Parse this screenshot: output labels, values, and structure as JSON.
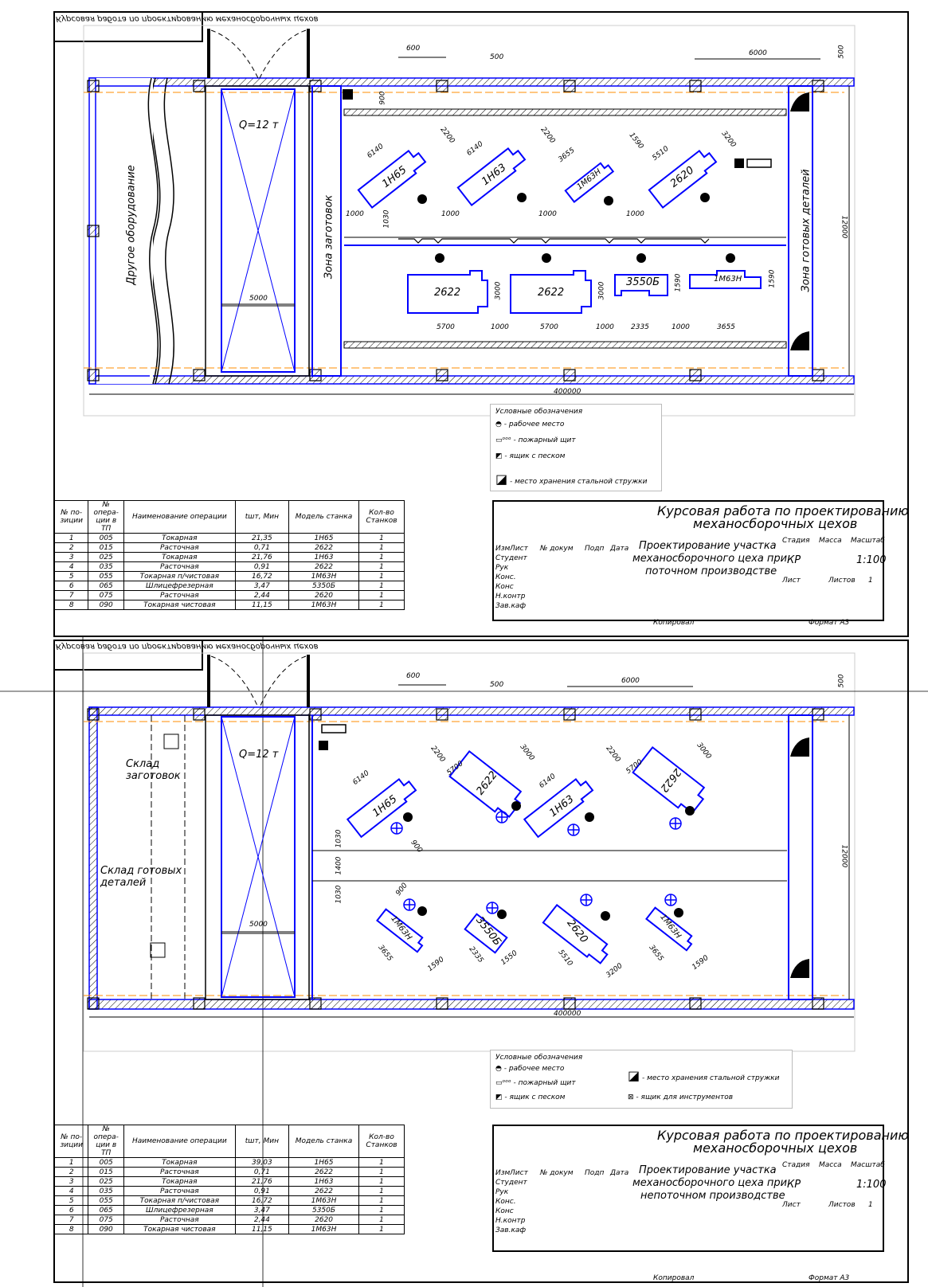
{
  "sheets": [
    {
      "title_mirror": "Курсовая работа по проектированию механосборочных цехов",
      "crane": "Q=12 т",
      "span_width": "5000",
      "total_length": "400000",
      "hall_width": "12000",
      "dim_top_600": "600",
      "dim_top_500": "500",
      "dim_top_6000": "6000",
      "dim_side_500": "500",
      "dim_900": "900",
      "zone_left": "Другое оборудование",
      "zone_blanks": "Зона заготовок",
      "zone_finished": "Зона готовых деталей",
      "machines_top": [
        {
          "model": "1Н65",
          "len": "6140",
          "w": "2200",
          "gap": "1000"
        },
        {
          "model": "1Н63",
          "len": "6140",
          "w": "2200",
          "gap": "1000"
        },
        {
          "model": "1М63Н",
          "len": "3655",
          "w": "1590",
          "gap": "1000"
        },
        {
          "model": "2620",
          "len": "5510",
          "w": "3200",
          "gap": "1000"
        }
      ],
      "aisle_1000": "1000",
      "aisle_1030": "1030",
      "machines_bottom": [
        {
          "model": "2622",
          "len": "5700",
          "w": "3000"
        },
        {
          "model": "2622",
          "len": "5700",
          "w": "3000"
        },
        {
          "model": "3550Б",
          "len": "2335",
          "w": "1590"
        },
        {
          "model": "1М63Н",
          "len": "3655",
          "w": "1590"
        }
      ],
      "bottom_gaps": [
        "1000",
        "1000",
        "1000"
      ],
      "legend": {
        "title": "Условные обозначения",
        "items": [
          "- рабочее место",
          "- пожарный щит",
          "- ящик с песком",
          "- место хранения стальной стружки"
        ]
      },
      "stamp": {
        "title1": "Курсовая работа по проектированию",
        "title2": "механосборочных цехов",
        "name1": "Проектирование участка",
        "name2": "механосборочного цеха при",
        "name3": "поточном производстве",
        "stage_h": "Стадия",
        "mass_h": "Масса",
        "scale_h": "Масштаб",
        "stage": "КР",
        "scale": "1:100",
        "sheet_h": "Лист",
        "sheets_h": "Листов",
        "sheets_n": "1",
        "cols": [
          "Изм",
          "Лист",
          "№ докум",
          "Подп",
          "Дата"
        ],
        "rows": [
          "Студент",
          "Рук",
          "Конс.",
          "Конс",
          "Н.контр",
          "Зав.каф"
        ],
        "copied": "Копировал",
        "format": "Формат    А3"
      }
    },
    {
      "title_mirror": "Курсовая работа по проектированию механосборочных цехов",
      "crane": "Q=12 т",
      "span_width": "5000",
      "total_length": "400000",
      "hall_width": "12000",
      "dim_top_600": "600",
      "dim_top_500": "500",
      "dim_top_6000": "6000",
      "dim_side_500": "500",
      "store_blanks": "Склад заготовок",
      "store_finished": "Склад готовых деталей",
      "aisle_1030a": "1030",
      "aisle_1400": "1400",
      "aisle_1030b": "1030",
      "dim_900a": "900",
      "dim_900b": "900",
      "machines_top": [
        {
          "model": "1Н65",
          "len": "6140",
          "w": "2200"
        },
        {
          "model": "2622",
          "len": "5700",
          "w": "3000"
        },
        {
          "model": "1Н63",
          "len": "6140",
          "w": "2200"
        },
        {
          "model": "2622",
          "len": "5700",
          "w": "3000"
        }
      ],
      "machines_bottom": [
        {
          "model": "1М63Н",
          "len": "3655",
          "w": "1590"
        },
        {
          "model": "3550Б",
          "len": "2335",
          "w": "1550"
        },
        {
          "model": "2620",
          "len": "5510",
          "w": "3200"
        },
        {
          "model": "1М63Н",
          "len": "3655",
          "w": "1590"
        }
      ],
      "legend": {
        "title": "Условные обозначения",
        "items": [
          "- рабочее место",
          "- пожарный щит",
          "- ящик с песком",
          "- место хранения стальной стружки",
          "- ящик для инструментов"
        ]
      },
      "stamp": {
        "title1": "Курсовая работа по проектированию",
        "title2": "механосборочных цехов",
        "name1": "Проектирование участка",
        "name2": "механосборочного цеха при",
        "name3": "непоточном производстве",
        "stage_h": "Стадия",
        "mass_h": "Масса",
        "scale_h": "Масштаб",
        "stage": "КР",
        "scale": "1:100",
        "sheet_h": "Лист",
        "sheets_h": "Листов",
        "sheets_n": "1",
        "cols": [
          "Изм",
          "Лист",
          "№ докум",
          "Подп",
          "Дата"
        ],
        "rows": [
          "Студент",
          "Рук",
          "Конс.",
          "Конс",
          "Н.контр",
          "Зав.каф"
        ],
        "copied": "Копировал",
        "format": "Формат    А3"
      }
    }
  ],
  "ops_table": {
    "headers": [
      "№ по-зиции",
      "№ опера-ции в ТП",
      "Наименование операции",
      "tшт, Мин",
      "Модель станка",
      "Кол-во Станков"
    ],
    "rows_sheet1": [
      [
        "1",
        "005",
        "Токарная",
        "21,35",
        "1Н65",
        "1"
      ],
      [
        "2",
        "015",
        "Расточная",
        "0,71",
        "2622",
        "1"
      ],
      [
        "3",
        "025",
        "Токарная",
        "21,76",
        "1Н63",
        "1"
      ],
      [
        "4",
        "035",
        "Расточная",
        "0,91",
        "2622",
        "1"
      ],
      [
        "5",
        "055",
        "Токарная п/чистовая",
        "16,72",
        "1М63Н",
        "1"
      ],
      [
        "6",
        "065",
        "Шлицефрезерная",
        "3,47",
        "5350Б",
        "1"
      ],
      [
        "7",
        "075",
        "Расточная",
        "2,44",
        "2620",
        "1"
      ],
      [
        "8",
        "090",
        "Токарная чистовая",
        "11,15",
        "1М63Н",
        "1"
      ]
    ],
    "rows_sheet2": [
      [
        "1",
        "005",
        "Токарная",
        "39,03",
        "1Н65",
        "1"
      ],
      [
        "2",
        "015",
        "Расточная",
        "0,71",
        "2622",
        "1"
      ],
      [
        "3",
        "025",
        "Токарная",
        "21,76",
        "1Н63",
        "1"
      ],
      [
        "4",
        "035",
        "Расточная",
        "0,91",
        "2622",
        "1"
      ],
      [
        "5",
        "055",
        "Токарная п/чистовая",
        "16,72",
        "1М63Н",
        "1"
      ],
      [
        "6",
        "065",
        "Шлицефрезерная",
        "3,47",
        "5350Б",
        "1"
      ],
      [
        "7",
        "075",
        "Расточная",
        "2,44",
        "2620",
        "1"
      ],
      [
        "8",
        "090",
        "Токарная чистовая",
        "11,15",
        "1М63Н",
        "1"
      ]
    ]
  },
  "colors": {
    "wall": "#0000ff",
    "hatch": "#000000",
    "axis": "#ff8c00"
  }
}
